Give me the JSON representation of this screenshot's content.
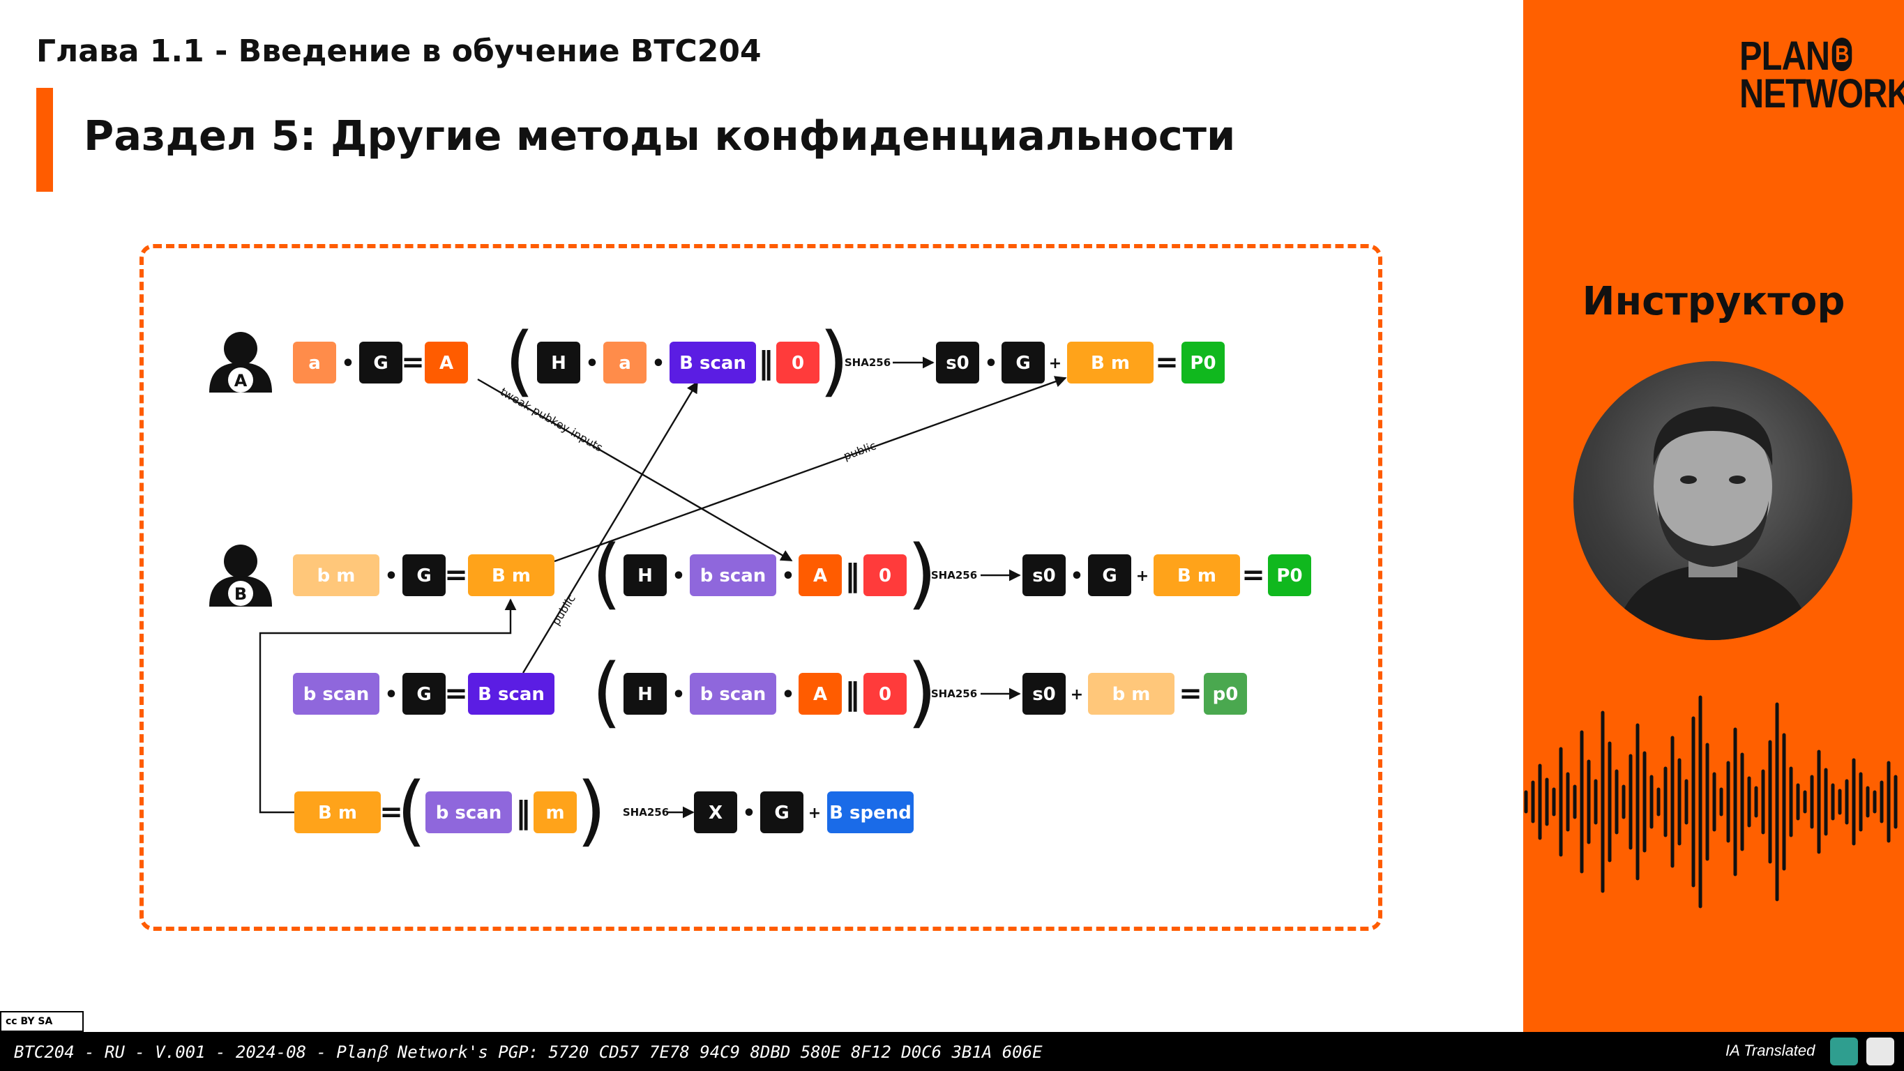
{
  "header": {
    "chapter": "Глава 1.1 - Введение в обучение BTC204",
    "section": "Раздел 5: Другие методы конфиденциальности"
  },
  "sidebar": {
    "logo_line1": "PLAN",
    "logo_coin": "B",
    "logo_line2": "NETWORK",
    "instructor": "Инструктор"
  },
  "diagram": {
    "row1": {
      "a": "a",
      "G": "G",
      "A": "A",
      "H": "H",
      "a2": "a",
      "Bscan": "B scan",
      "zero": "0",
      "sha": "SHA256",
      "s0": "s0",
      "G2": "G",
      "Bm": "B m",
      "P0": "P0"
    },
    "row2": {
      "bm": "b m",
      "G": "G",
      "Bm": "B m",
      "H": "H",
      "bscan": "b scan",
      "A": "A",
      "zero": "0",
      "sha": "SHA256",
      "s0": "s0",
      "G2": "G",
      "Bm2": "B m",
      "P0": "P0"
    },
    "row3": {
      "bscan": "b scan",
      "G": "G",
      "Bscan": "B scan",
      "H": "H",
      "bscan2": "b scan",
      "A": "A",
      "zero": "0",
      "sha": "SHA256",
      "s0": "s0",
      "bm": "b m",
      "p0": "p0"
    },
    "row4": {
      "Bm": "B m",
      "bscan": "b scan",
      "m": "m",
      "sha": "SHA256",
      "X": "X",
      "G": "G",
      "Bspend": "B spend"
    },
    "labels": {
      "tweak": "tweak pubkey inputs",
      "public1": "public",
      "public2": "public"
    },
    "persons": {
      "alice": "A",
      "bob": "B"
    },
    "ops": {
      "dot": "•",
      "eq": "=",
      "plus": "+",
      "concat": "‖",
      "lparen": "(",
      "rparen": ")"
    }
  },
  "footer": {
    "text": "BTC204 - RU - V.001 - 2024-08 - Planꞵ Network's PGP: 5720 CD57 7E78 94C9 8DBD 580E 8F12 D0C6 3B1A 606E",
    "ia_translated": "IA Translated",
    "license": "cc BY SA"
  },
  "colors": {
    "accent": "#ff6000",
    "black": "#111111",
    "light_orange": "#ff8c4a",
    "orange": "#ff5c00",
    "amber": "#ffa31a",
    "pale_amber": "#ffc77a",
    "purple": "#5b1de3",
    "lavender": "#8f67dc",
    "red": "#ff3b3b",
    "green": "#10b81e",
    "soft_green": "#4aa84f",
    "blue": "#1a6be8"
  }
}
